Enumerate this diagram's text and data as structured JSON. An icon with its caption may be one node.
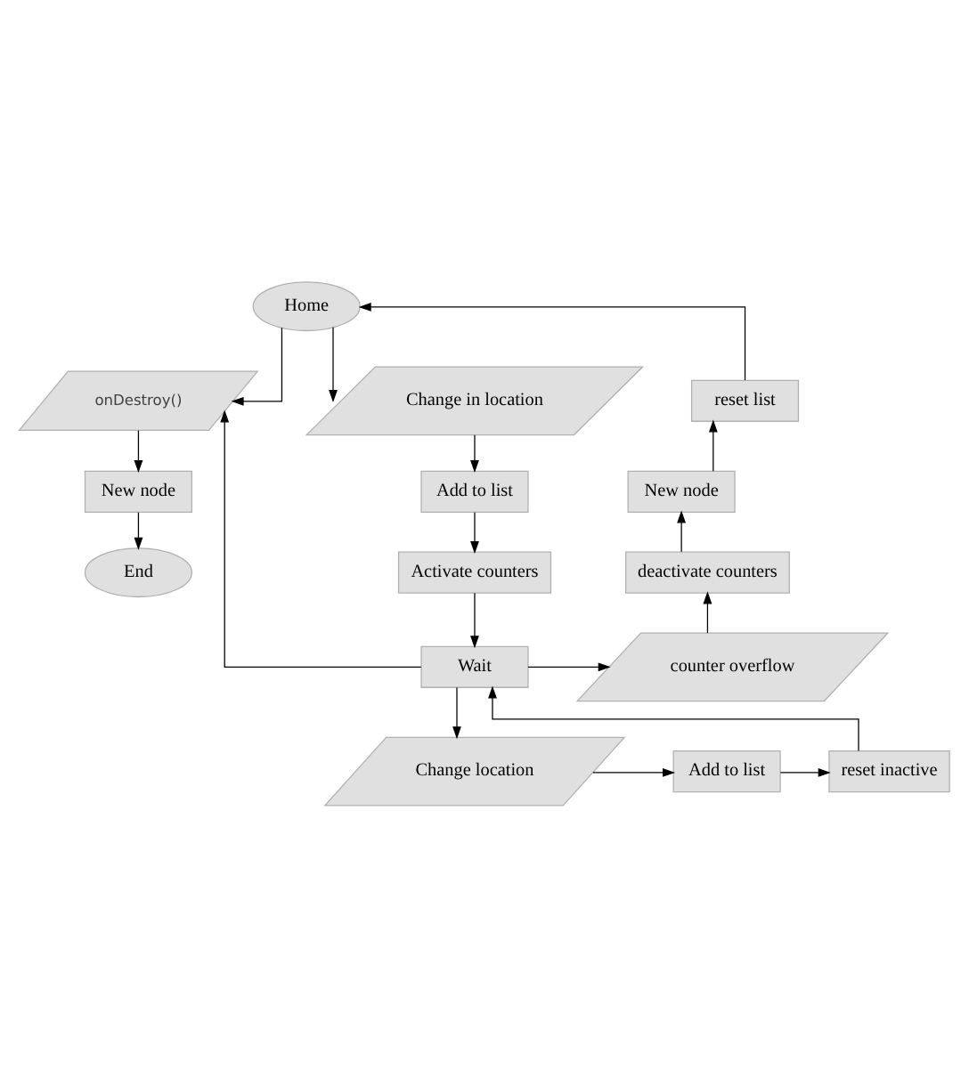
{
  "diagram": {
    "nodes": [
      {
        "text": [
          "Home"
        ]
      },
      {
        "text": [
          "onDestroy()"
        ]
      },
      {
        "text": [
          "Change in location"
        ]
      },
      {
        "text": [
          "reset list"
        ]
      },
      {
        "text": [
          "New node"
        ]
      },
      {
        "text": [
          "Add to list"
        ]
      },
      {
        "text": [
          "New node"
        ]
      },
      {
        "text": [
          "End"
        ]
      },
      {
        "text": [
          "Activate counters"
        ]
      },
      {
        "text": [
          "deactivate counters"
        ]
      },
      {
        "text": [
          "Wait"
        ]
      },
      {
        "text": [
          "counter overflow"
        ]
      },
      {
        "text": [
          "Change location"
        ]
      },
      {
        "text": [
          "Add to list"
        ]
      },
      {
        "text": [
          "reset inactive"
        ]
      }
    ],
    "edges": [
      {
        "from": 0,
        "to": 1,
        "arrow": "to"
      },
      {
        "from": 0,
        "to": 2,
        "arrow": "to"
      },
      {
        "from": 3,
        "to": 0,
        "arrow": "to"
      },
      {
        "from": 1,
        "to": 4,
        "arrow": "to"
      },
      {
        "from": 4,
        "to": 7,
        "arrow": "to"
      },
      {
        "from": 2,
        "to": 5,
        "arrow": "to"
      },
      {
        "from": 5,
        "to": 8,
        "arrow": "to"
      },
      {
        "from": 8,
        "to": 10,
        "arrow": "to"
      },
      {
        "from": 10,
        "to": 1,
        "arrow": "to"
      },
      {
        "from": 10,
        "to": 11,
        "arrow": "to"
      },
      {
        "from": 11,
        "to": 9,
        "arrow": "to"
      },
      {
        "from": 9,
        "to": 6,
        "arrow": "to"
      },
      {
        "from": 6,
        "to": 3,
        "arrow": "to"
      },
      {
        "from": 10,
        "to": 12,
        "arrow": "to"
      },
      {
        "from": 12,
        "to": 13,
        "arrow": "to"
      },
      {
        "from": 13,
        "to": 14,
        "arrow": "to"
      },
      {
        "from": 14,
        "to": 10,
        "arrow": "to"
      }
    ]
  }
}
